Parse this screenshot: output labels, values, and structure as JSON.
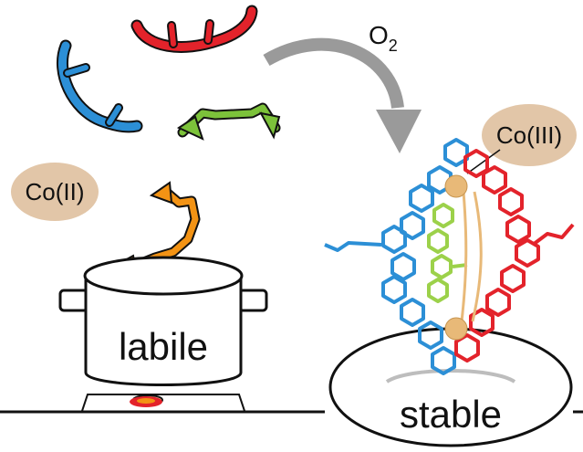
{
  "reagent": {
    "label": "O",
    "subscript": "2"
  },
  "start_metal": {
    "label": "Co(II)",
    "fill": "#e2c6a8"
  },
  "end_metal": {
    "label": "Co(III)",
    "fill": "#e2c6a8"
  },
  "pot": {
    "label": "labile"
  },
  "plate": {
    "label": "stable"
  },
  "colors": {
    "red": "#e3232b",
    "blue": "#2c8fd6",
    "green": "#7cc23a",
    "orange": "#f39314",
    "cobalt": "#e8b978",
    "arrow": "#9a9a9a"
  }
}
